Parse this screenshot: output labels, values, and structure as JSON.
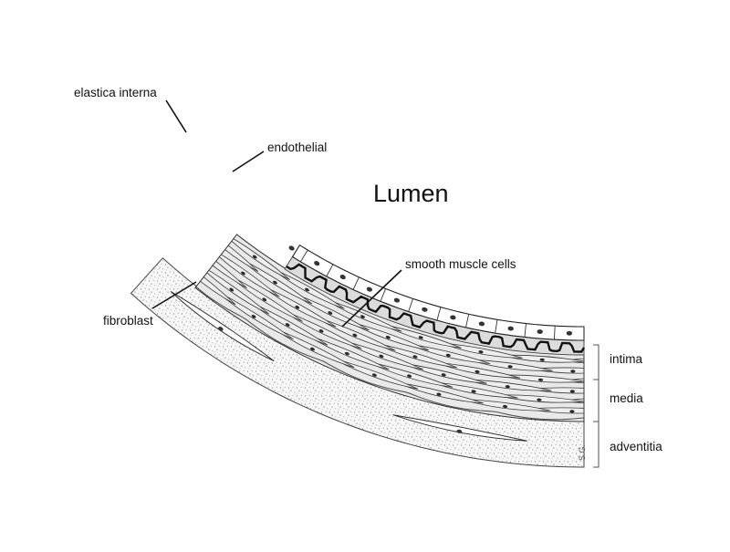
{
  "diagram": {
    "title": "Lumen",
    "labels": {
      "elastica_interna": "elastica interna",
      "endothelial": "endothelial",
      "smooth_muscle_cells": "smooth muscle cells",
      "fibroblast": "fibroblast"
    },
    "layers": {
      "intima": "intima",
      "media": "media",
      "adventitia": "adventitia"
    },
    "signature": "S.G."
  }
}
